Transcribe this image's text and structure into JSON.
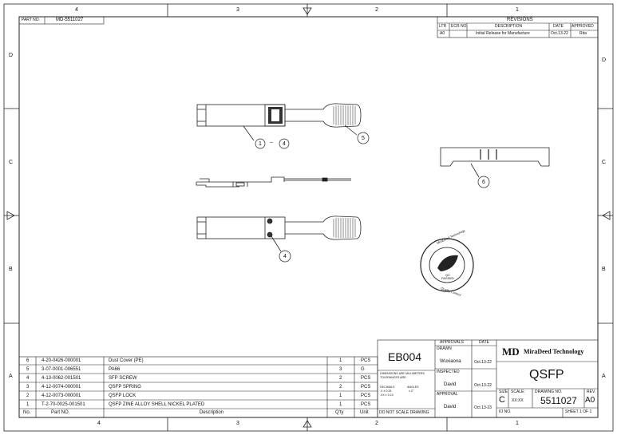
{
  "border": {
    "top_cols": [
      "4",
      "3",
      "2",
      "1"
    ],
    "bottom_cols": [
      "4",
      "3",
      "2",
      "1"
    ],
    "left_rows": [
      "D",
      "C",
      "B",
      "A"
    ],
    "right_rows": [
      "D",
      "C",
      "B",
      "A"
    ]
  },
  "part_no": {
    "label": "PART NO.",
    "value": "MD-5511027"
  },
  "revisions": {
    "title": "REVISIONS",
    "headers": [
      "LTR",
      "ECR NO.",
      "DESCRIPTION",
      "DATE",
      "APPROVED"
    ],
    "row": [
      "A0",
      "",
      "Initial Release for Manufacture",
      "Oct.13-22",
      "Rita"
    ]
  },
  "callouts": {
    "c1": "1",
    "c1_tilde": "~",
    "c4": "4",
    "c5": "5",
    "c6": "6",
    "c4b": "4"
  },
  "seal": {
    "center": "QC\nPASSED"
  },
  "bom": {
    "headers": [
      "No.",
      "Part NO.",
      "Description",
      "Q'ty",
      "Unit"
    ],
    "rows": [
      [
        "6",
        "4-20-0426-000001",
        "Dust Cover (PE)",
        "1",
        "PCS"
      ],
      [
        "5",
        "3-07-0001-006551",
        "PA66",
        "3",
        "G"
      ],
      [
        "4",
        "4-13-0062-001501",
        "SFP SCREW",
        "2",
        "PCS"
      ],
      [
        "3",
        "4-12-0074-000001",
        "QSFP SPRING",
        "2",
        "PCS"
      ],
      [
        "2",
        "4-12-0073-000001",
        "QSFP LOCK",
        "1",
        "PCS"
      ],
      [
        "1",
        "T-2-70-0025-001501",
        "QSFP ZINE ALLOY SHELL NICKEL PLATED",
        "1",
        "PCS"
      ]
    ]
  },
  "title_block": {
    "project_code": "EB004",
    "dims_note_1": "DIMENSIONS ARE MILLIMETERS",
    "dims_note_2": "TOLERANCES ARE:",
    "tol_decimals": "DECIMALS",
    "tol_angles": "ANGLES",
    "tol_x": ".X  ± 0.25",
    "tol_xx": ".XX ± 0.10",
    "tol_ang": "± 2°",
    "do_not_scale": "DO NOT SCALE DRAWING",
    "approvals_label": "APPROVALS",
    "date_label": "DATE",
    "drawn_label": "DRAWN",
    "drawn_name": "Wuxiaona",
    "drawn_date": "Oct.13-22",
    "inspected_label": "INSPECTED",
    "inspected_name": "David",
    "inspected_date": "Oct.13-22",
    "approval_label": "APPROVAL",
    "approval_name": "David",
    "approval_date": "Oct.13-23",
    "company_logo": "MD",
    "company_name": "MiraDeed  Technology",
    "drawing_title": "QSFP",
    "size_label": "SIZE",
    "size_value": "C",
    "scale_label": "SCALE:",
    "scale_value": "XX:XX",
    "drawing_no_label": "DRAWING NO.",
    "drawing_no_value": "5511027",
    "rev_label": "REV.",
    "rev_value": "A0",
    "io_label": "IO NO.",
    "sheet_label": "SHEET  1  OF  1"
  }
}
